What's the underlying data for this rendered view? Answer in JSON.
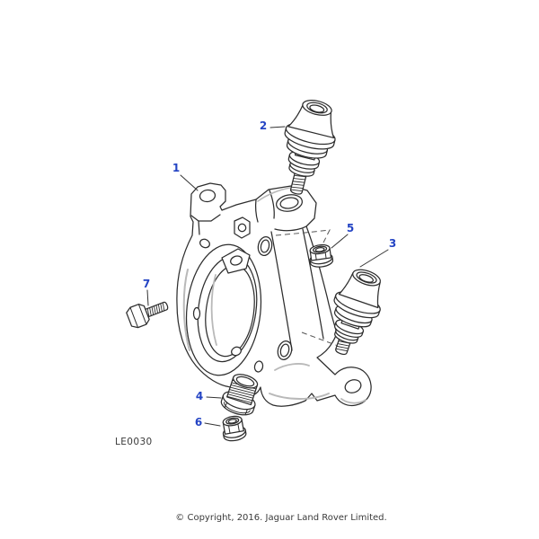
{
  "figure": {
    "drawing_code": "LE0030",
    "copyright": "© Copyright, 2016. Jaguar Land Rover Limited.",
    "style": {
      "callout_color": "#2444c4",
      "line_color": "#2d2d2d",
      "highlight_line_color": "#b9b9b9",
      "background": "#ffffff"
    },
    "callouts": [
      {
        "number": "1",
        "target": "steering-knuckle"
      },
      {
        "number": "2",
        "target": "upper-ball-joint"
      },
      {
        "number": "3",
        "target": "lower-ball-joint"
      },
      {
        "number": "4",
        "target": "threaded-plug"
      },
      {
        "number": "5",
        "target": "stud-nut"
      },
      {
        "number": "6",
        "target": "flange-nut"
      },
      {
        "number": "7",
        "target": "hex-bolt"
      }
    ]
  }
}
